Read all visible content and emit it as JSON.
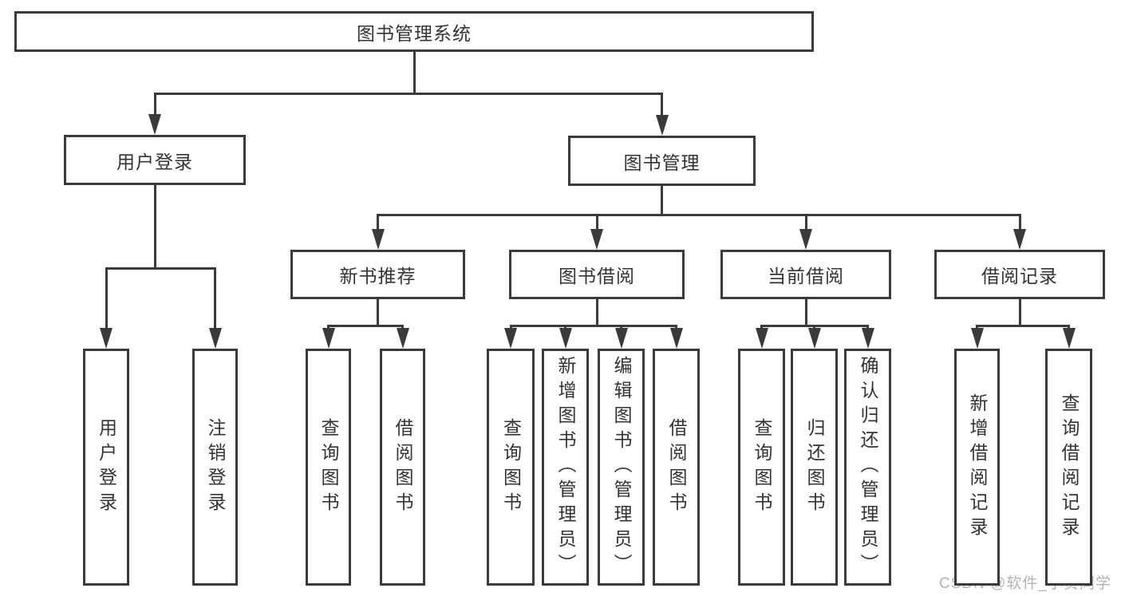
{
  "diagram": {
    "type": "tree",
    "title": "图书管理系统",
    "nodes": [
      {
        "id": "sys",
        "label": "图书管理系统",
        "parent": null,
        "orientation": "horizontal"
      },
      {
        "id": "login",
        "label": "用户登录",
        "parent": "sys",
        "orientation": "horizontal"
      },
      {
        "id": "mgmt",
        "label": "图书管理",
        "parent": "sys",
        "orientation": "horizontal"
      },
      {
        "id": "login-user",
        "label": "用户登录",
        "parent": "login",
        "orientation": "vertical"
      },
      {
        "id": "login-logout",
        "label": "注销登录",
        "parent": "login",
        "orientation": "vertical"
      },
      {
        "id": "rec",
        "label": "新书推荐",
        "parent": "mgmt",
        "orientation": "horizontal"
      },
      {
        "id": "borrow",
        "label": "图书借阅",
        "parent": "mgmt",
        "orientation": "horizontal"
      },
      {
        "id": "current",
        "label": "当前借阅",
        "parent": "mgmt",
        "orientation": "horizontal"
      },
      {
        "id": "records",
        "label": "借阅记录",
        "parent": "mgmt",
        "orientation": "horizontal"
      },
      {
        "id": "rec-query",
        "label": "查询图书",
        "parent": "rec",
        "orientation": "vertical"
      },
      {
        "id": "rec-borrow",
        "label": "借阅图书",
        "parent": "rec",
        "orientation": "vertical"
      },
      {
        "id": "borrow-query",
        "label": "查询图书",
        "parent": "borrow",
        "orientation": "vertical"
      },
      {
        "id": "borrow-add",
        "label": "新增图书（管理员）",
        "parent": "borrow",
        "orientation": "vertical"
      },
      {
        "id": "borrow-edit",
        "label": "编辑图书（管理员）",
        "parent": "borrow",
        "orientation": "vertical"
      },
      {
        "id": "borrow-lend",
        "label": "借阅图书",
        "parent": "borrow",
        "orientation": "vertical"
      },
      {
        "id": "cur-query",
        "label": "查询图书",
        "parent": "current",
        "orientation": "vertical"
      },
      {
        "id": "cur-return",
        "label": "归还图书",
        "parent": "current",
        "orientation": "vertical"
      },
      {
        "id": "cur-confirm",
        "label": "确认归还（管理员）",
        "parent": "current",
        "orientation": "vertical"
      },
      {
        "id": "recd-add",
        "label": "新增借阅记录",
        "parent": "records",
        "orientation": "vertical"
      },
      {
        "id": "recd-query",
        "label": "查询借阅记录",
        "parent": "records",
        "orientation": "vertical"
      }
    ]
  },
  "watermark": {
    "text": "CSDN @软件_小贺同学"
  },
  "colors": {
    "line": "#3a3a3a",
    "text": "#333333",
    "box_background": "#ffffff",
    "canvas_background": "#ffffff",
    "watermark": "#b3b3b3"
  }
}
